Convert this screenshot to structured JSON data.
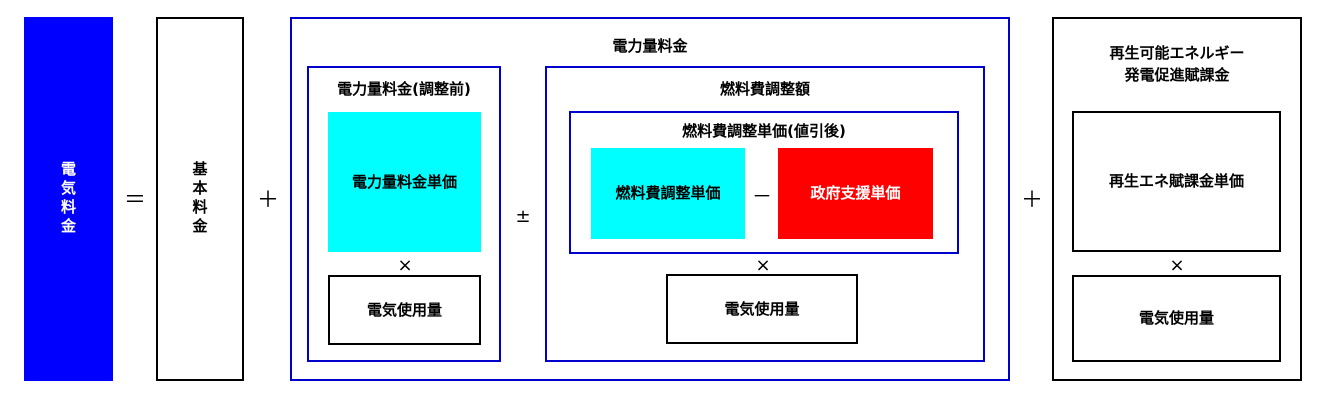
{
  "electricity_fee": "電気料金",
  "ops": {
    "equals": "＝",
    "plus1": "＋",
    "plusminus": "±",
    "plus2": "＋",
    "times1": "×",
    "times2": "×",
    "times3": "×",
    "minus": "－"
  },
  "basic_fee": "基本料金",
  "energy_charge": {
    "title": "電力量料金",
    "before": {
      "title": "電力量料金(調整前)",
      "unit_price": "電力量料金単価",
      "usage": "電気使用量"
    },
    "fuel": {
      "title": "燃料費調整額",
      "after_discount": {
        "title": "燃料費調整単価(値引後)",
        "unit_price": "燃料費調整単価",
        "gov_support": "政府支援単価"
      },
      "usage": "電気使用量"
    }
  },
  "renewable": {
    "title_line1": "再生可能エネルギー",
    "title_line2": "発電促進賦課金",
    "unit_price": "再生エネ賦課金単価",
    "usage": "電気使用量"
  },
  "colors": {
    "blue_fill": "#0000ff",
    "cyan_fill": "#00ffff",
    "red_fill": "#ff0000",
    "box_border_blue": "#0000cc"
  }
}
